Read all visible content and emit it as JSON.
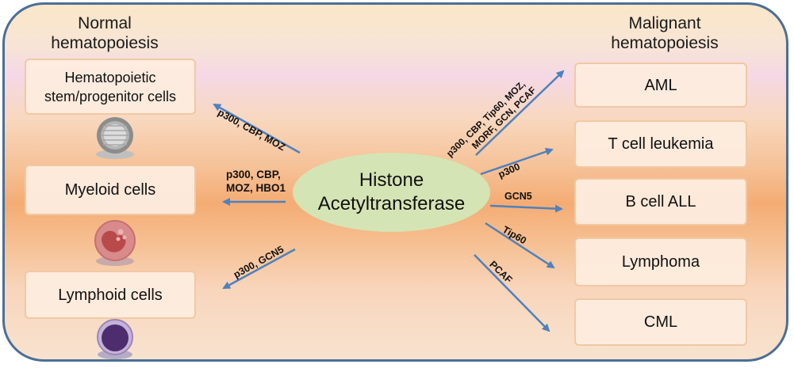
{
  "headings": {
    "normal": [
      "Normal",
      "hematopoiesis"
    ],
    "malignant": [
      "Malignant",
      "hematopoiesis"
    ]
  },
  "center": {
    "line1": "Histone",
    "line2": "Acetyltransferase"
  },
  "normal_boxes": [
    {
      "line1": "Hematopoietic",
      "line2": "stem/progenitor cells"
    },
    {
      "label": "Myeloid cells"
    },
    {
      "label": "Lymphoid cells"
    }
  ],
  "malignant_boxes": [
    "AML",
    "T cell leukemia",
    "B cell ALL",
    "Lymphoma",
    "CML"
  ],
  "edge_labels": {
    "stem": "p300, CBP, MOZ",
    "myeloid": [
      "p300, CBP,",
      "MOZ, HBO1"
    ],
    "lymphoid": "p300, GCN5",
    "aml": [
      "p300, CBP, Tip60, MOZ,",
      "MORF, GCN, PCAF"
    ],
    "tcell": "p300",
    "ball": "GCN5",
    "lymphoma": "Tip60",
    "cml": "PCAF"
  },
  "colors": {
    "arrow": "#4f81bd",
    "border": "#4b6f95",
    "center_fill": "#d5e4b4"
  },
  "icons": [
    "stem-cell-icon",
    "myeloid-cell-icon",
    "lymphoid-cell-icon"
  ]
}
